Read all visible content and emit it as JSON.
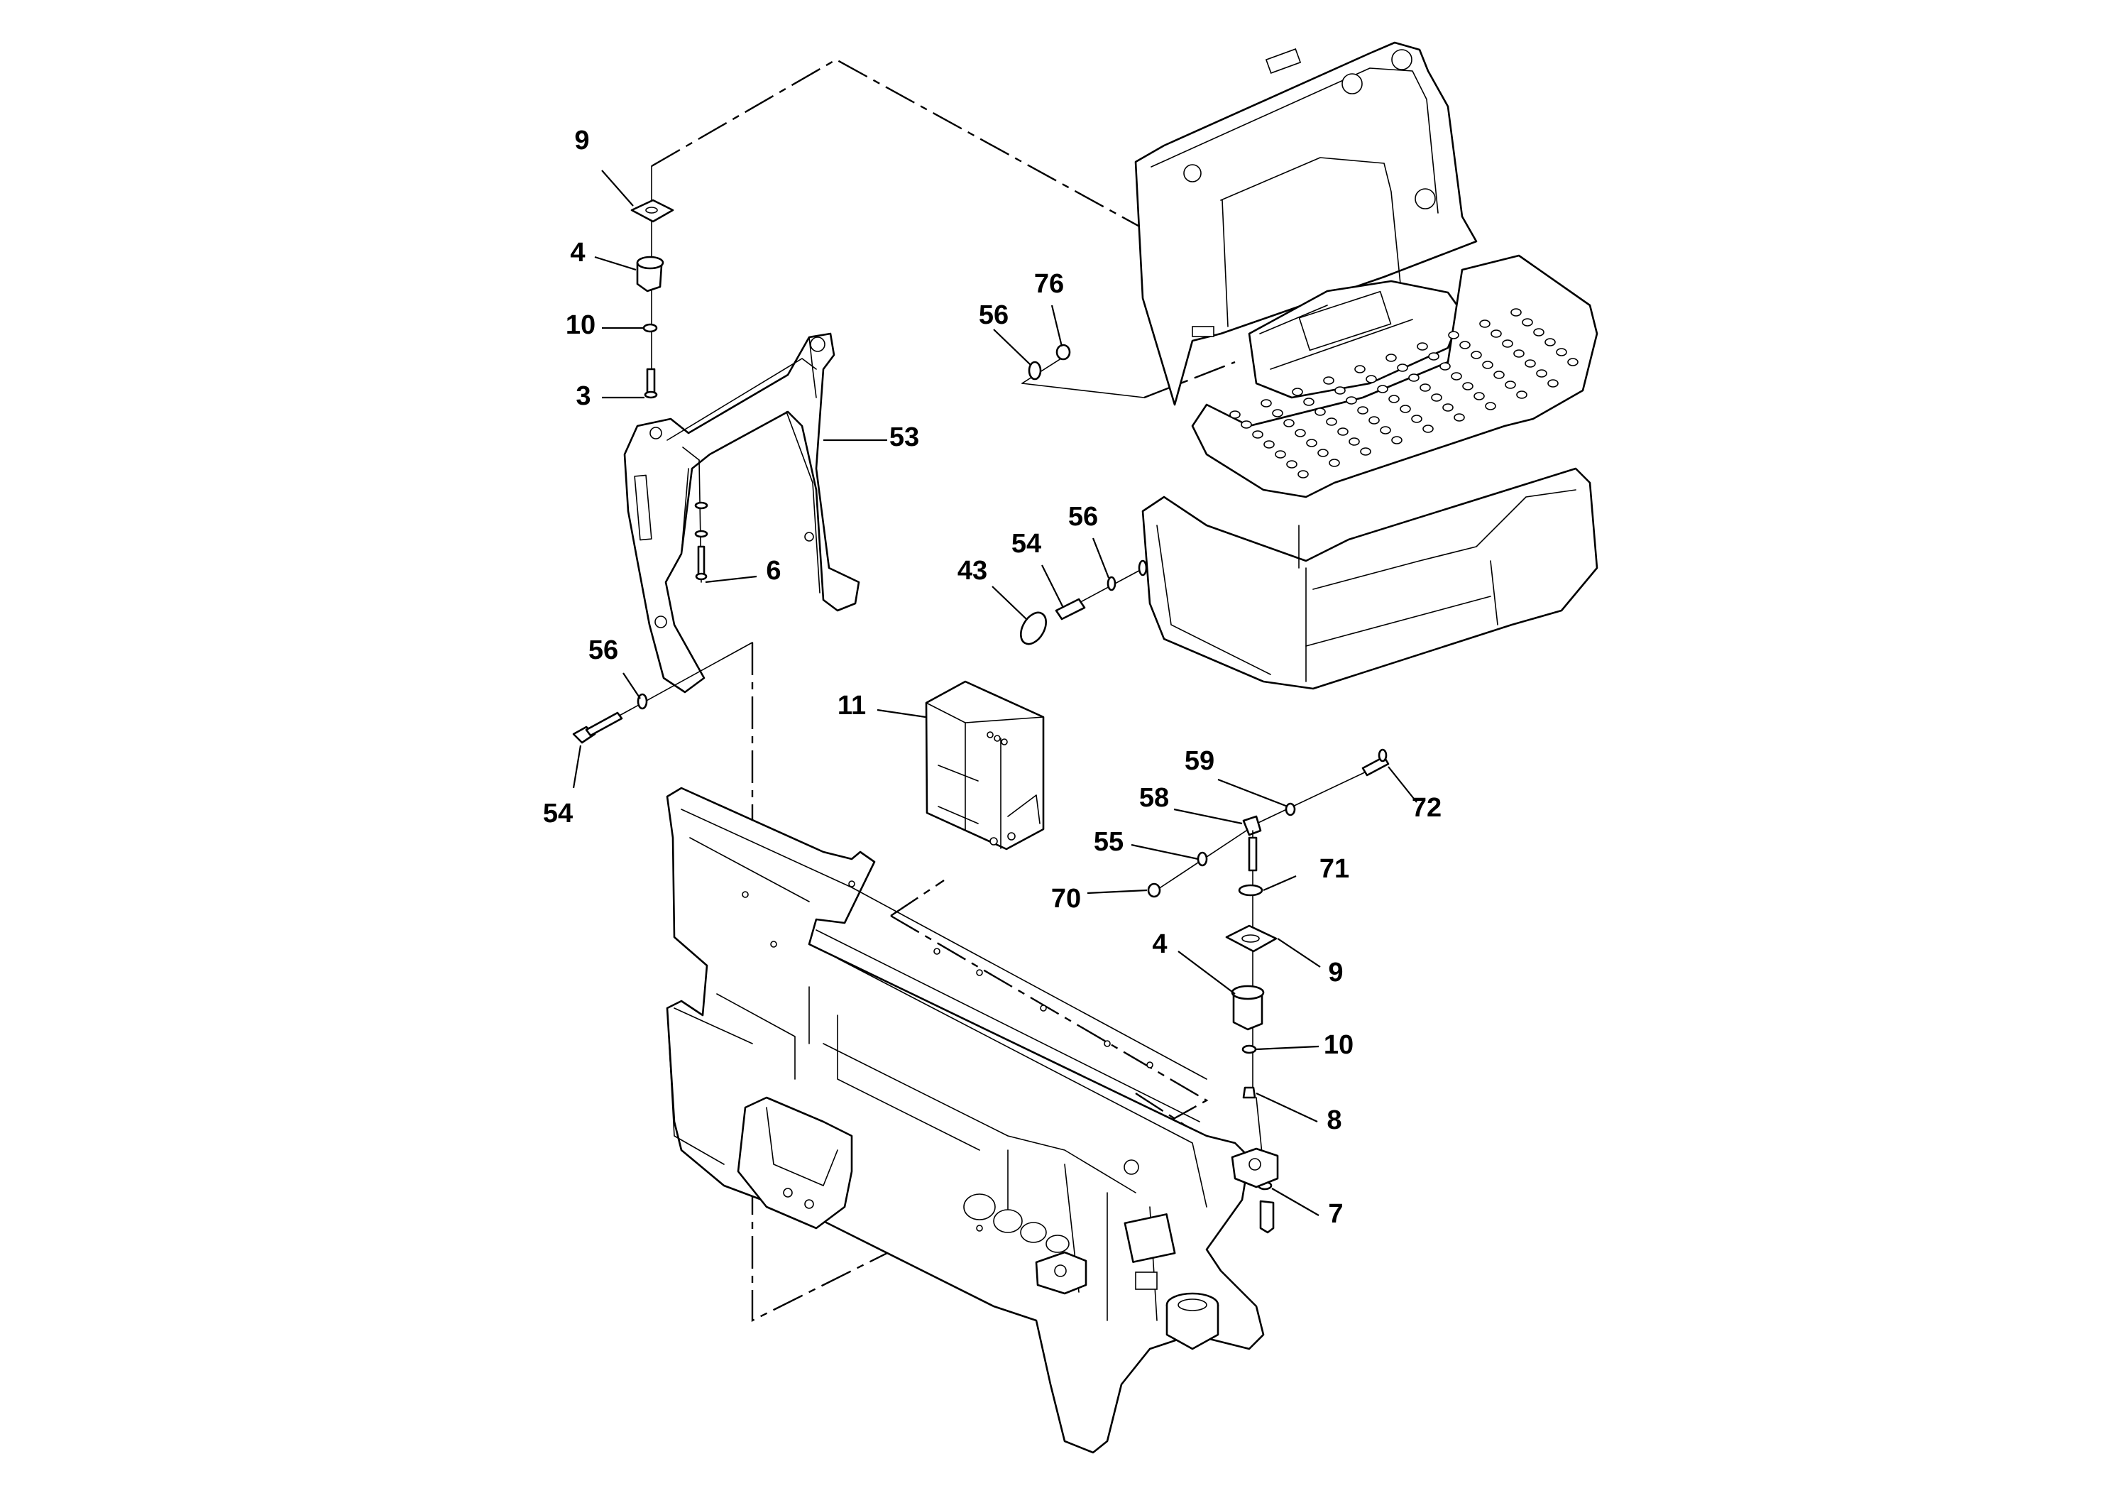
{
  "callouts": {
    "c9a": "9",
    "c4a": "4",
    "c10a": "10",
    "c3": "3",
    "c53": "53",
    "c6": "6",
    "c56a": "56",
    "c54a": "54",
    "c56b": "56",
    "c76": "76",
    "c43": "43",
    "c54b": "54",
    "c56c": "56",
    "c11": "11",
    "c59": "59",
    "c72": "72",
    "c58": "58",
    "c55": "55",
    "c70": "70",
    "c71": "71",
    "c4b": "4",
    "c9b": "9",
    "c10b": "10",
    "c8": "8",
    "c7": "7"
  }
}
